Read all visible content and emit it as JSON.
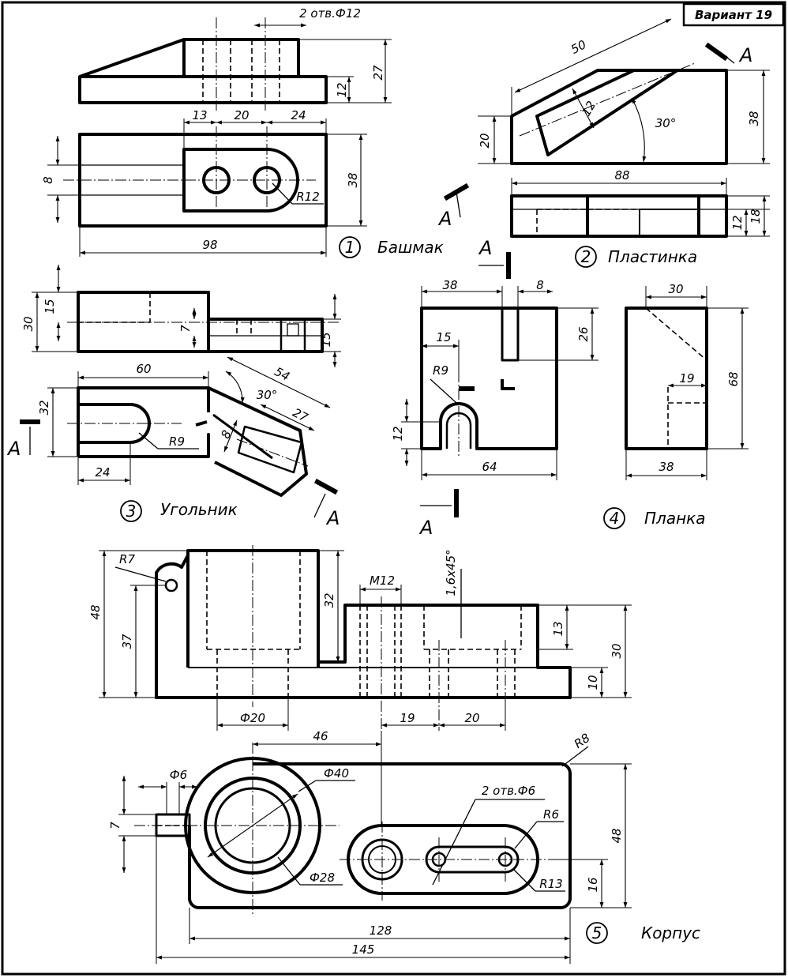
{
  "sheet": {
    "variant": "Вариант 19",
    "section_letter": "A"
  },
  "part1": {
    "number": "1",
    "name": "Башмак",
    "dims": {
      "holes": "2 отв.Ф12",
      "h27": "27",
      "h12": "12",
      "w13": "13",
      "w20": "20",
      "w24": "24",
      "h8": "8",
      "h38": "38",
      "r12": "R12",
      "w98": "98"
    }
  },
  "part2": {
    "number": "2",
    "name": "Пластинка",
    "dims": {
      "l50": "50",
      "w12": "12",
      "ang30": "30°",
      "h20": "20",
      "h38": "38",
      "w88": "88",
      "h12": "12",
      "h18": "18"
    }
  },
  "part3": {
    "number": "3",
    "name": "Угольник",
    "dims": {
      "h30": "30",
      "h15a": "15",
      "h7": "7",
      "h15b": "15",
      "w60": "60",
      "w54": "54",
      "ang30": "30°",
      "w27": "27",
      "w8": "8",
      "h32": "32",
      "r9": "R9",
      "w24": "24"
    }
  },
  "part4": {
    "number": "4",
    "name": "Планка",
    "dims": {
      "w38": "38",
      "w8": "8",
      "w15": "15",
      "r9": "R9",
      "h26": "26",
      "h12": "12",
      "w64": "64",
      "w30": "30",
      "w19": "19",
      "h68": "68",
      "w38b": "38"
    }
  },
  "part5": {
    "number": "5",
    "name": "Корпус",
    "dims": {
      "r7": "R7",
      "m12": "M12",
      "chamfer": "1,6х45°",
      "h48": "48",
      "h37": "37",
      "h32": "32",
      "h13": "13",
      "h30": "30",
      "h10": "10",
      "d20": "Ф20",
      "w19": "19",
      "w20": "20",
      "w46": "46",
      "r8": "R8",
      "d6": "Ф6",
      "d40": "Ф40",
      "h7": "7",
      "holes": "2 отв.Ф6",
      "r6": "R6",
      "h48b": "48",
      "r13": "R13",
      "h16": "16",
      "d28": "Ф28",
      "w128": "128",
      "w145": "145"
    }
  }
}
